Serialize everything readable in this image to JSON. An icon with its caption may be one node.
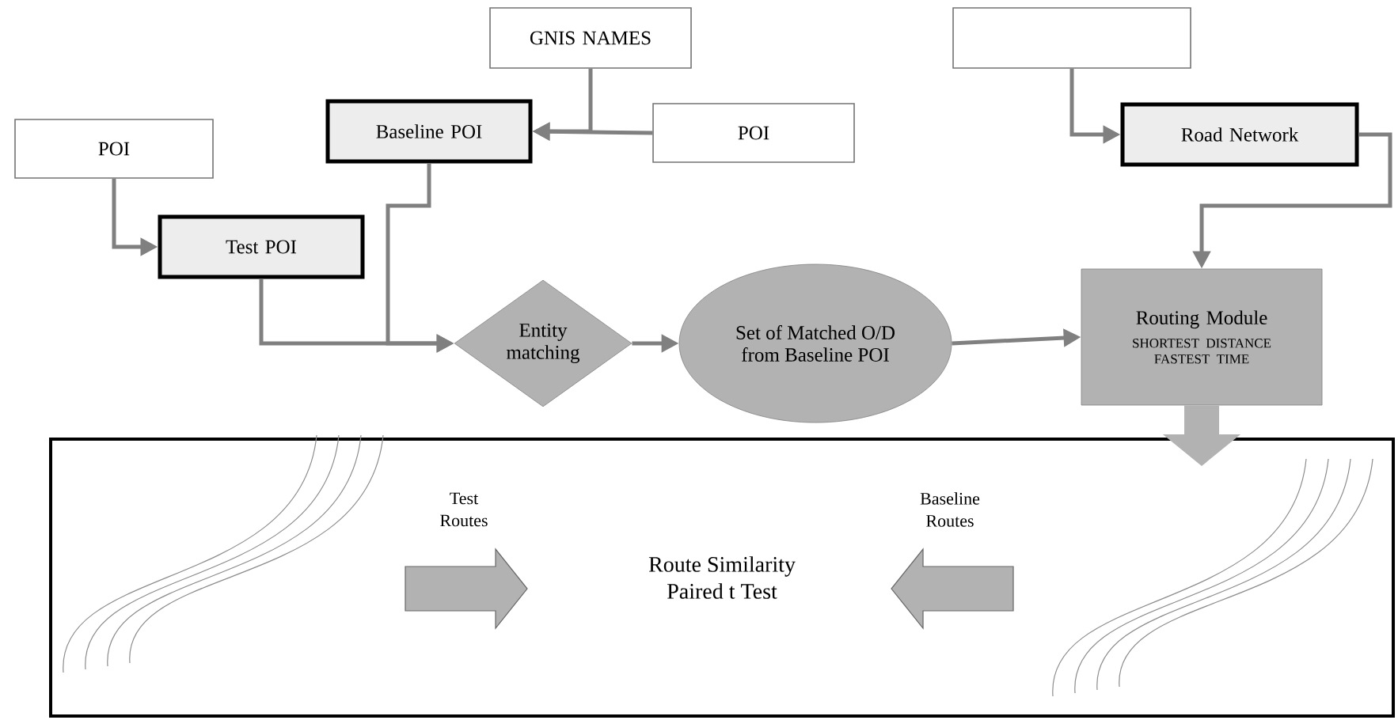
{
  "diagram": {
    "nodes": [
      {
        "text": [
          "POI"
        ]
      },
      {
        "text": [
          "GNIS NAMES"
        ]
      },
      {
        "text": [
          "Baseline POI"
        ]
      },
      {
        "text": [
          "POI"
        ]
      },
      {
        "text": [
          "Test POI"
        ]
      },
      {
        "text": [
          "Entity matching"
        ]
      },
      {
        "text": [
          "Set of Matched O/D from Baseline POI"
        ]
      },
      {
        "text": [],
        "shape": "box"
      },
      {
        "text": [
          "Road Network"
        ]
      },
      {
        "text": [
          "Routing Module",
          "SHORTEST DISTANCE FASTEST TIME"
        ]
      },
      {
        "text": [
          "Route Similarity Paired t Test"
        ]
      }
    ],
    "edges": [
      {
        "from": 0,
        "to": 4,
        "arrow": "to"
      },
      {
        "from": 1,
        "to": 2,
        "arrow": "to"
      },
      {
        "from": 3,
        "to": 2,
        "arrow": "to"
      },
      {
        "from": 4,
        "to": 5,
        "arrow": "to"
      },
      {
        "from": 2,
        "to": 5,
        "arrow": "to"
      },
      {
        "from": 5,
        "to": 6,
        "arrow": "to"
      },
      {
        "from": 6,
        "to": 9,
        "arrow": "to"
      },
      {
        "from": 7,
        "to": 8,
        "arrow": "to"
      },
      {
        "from": 8,
        "to": 9,
        "arrow": "to"
      },
      {
        "from": 9,
        "to": 10,
        "arrow": "to",
        "style": "thick"
      }
    ],
    "labels": [
      "Test Routes",
      "Baseline Routes"
    ]
  }
}
